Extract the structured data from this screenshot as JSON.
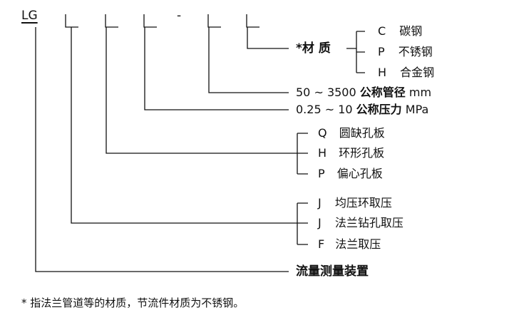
{
  "code": {
    "prefix": "LG",
    "separator": "-"
  },
  "material": {
    "label": "*材 质",
    "options": [
      {
        "code": "C",
        "text": "碳钢"
      },
      {
        "code": "P",
        "text": "不锈钢"
      },
      {
        "code": "H",
        "text": "合金钢"
      }
    ]
  },
  "diameter": {
    "range": "50 ~ 3500",
    "name": "公称管径",
    "unit": "mm"
  },
  "pressure": {
    "range": "0.25 ~ 10",
    "name": "公称压力",
    "unit": "MPa"
  },
  "orifice": {
    "options": [
      {
        "code": "Q",
        "text": "圆缺孔板"
      },
      {
        "code": "H",
        "text": "环形孔板"
      },
      {
        "code": "P",
        "text": "偏心孔板"
      }
    ]
  },
  "tapping": {
    "options": [
      {
        "code": "J",
        "text": "均压环取压"
      },
      {
        "code": "J",
        "text": "法兰钻孔取压"
      },
      {
        "code": "F",
        "text": "法兰取压"
      }
    ]
  },
  "device": {
    "label": "流量测量装置"
  },
  "footnote": "* 指法兰管道等的材质，节流件材质为不锈钢。"
}
